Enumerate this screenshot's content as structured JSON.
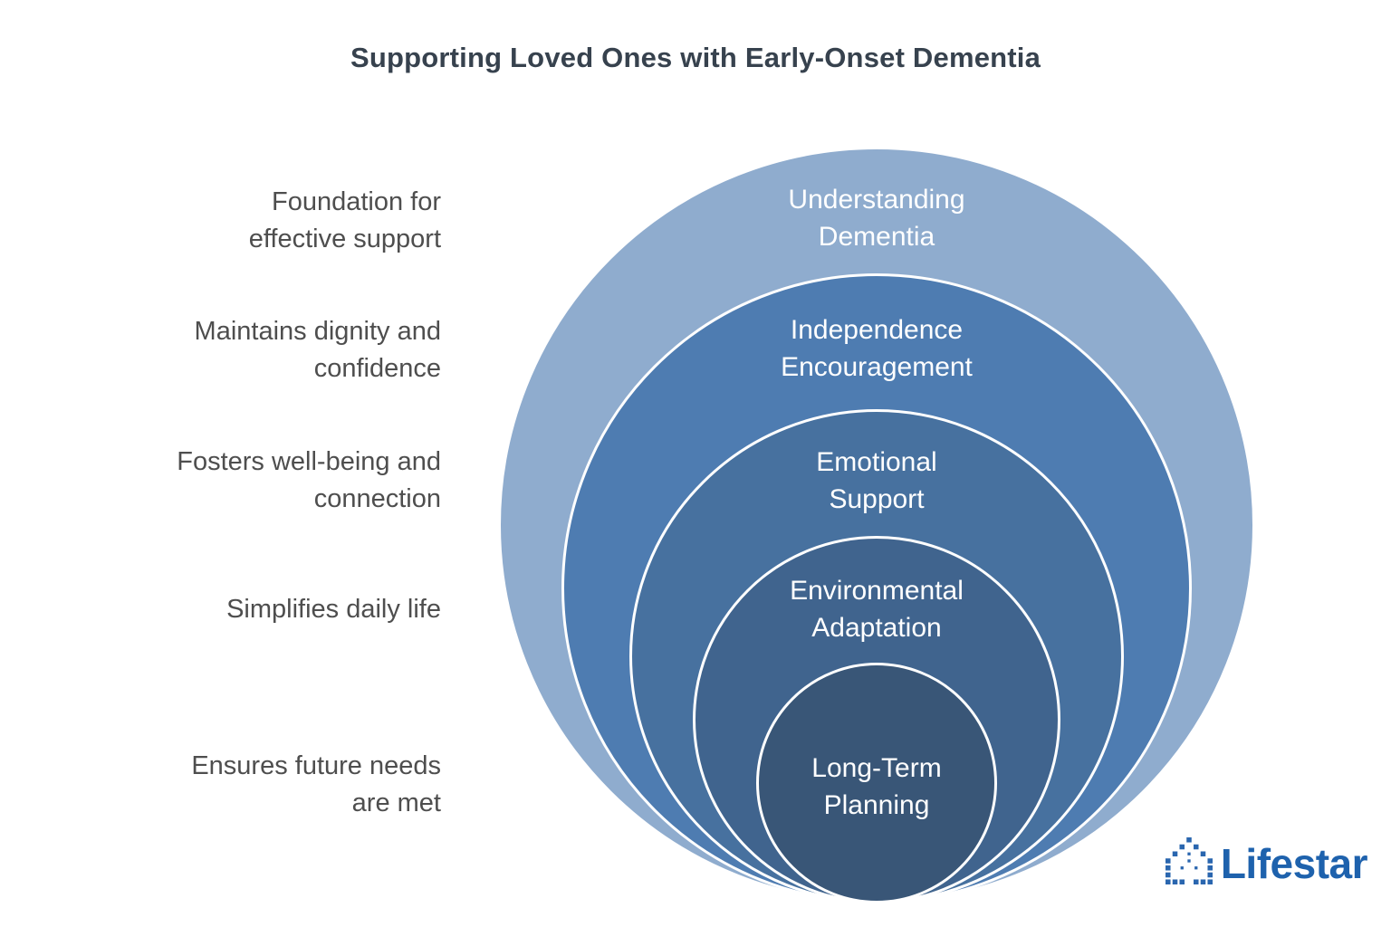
{
  "title": "Supporting Loved Ones with Early-Onset Dementia",
  "layers": [
    {
      "label_line1": "Understanding",
      "label_line2": "Dementia",
      "benefit_line1": "Foundation for",
      "benefit_line2": "effective support",
      "color": "#8FACCE"
    },
    {
      "label_line1": "Independence",
      "label_line2": "Encouragement",
      "benefit_line1": "Maintains dignity and",
      "benefit_line2": "confidence",
      "color": "#4E7CB1"
    },
    {
      "label_line1": "Emotional",
      "label_line2": "Support",
      "benefit_line1": "Fosters well-being and",
      "benefit_line2": "connection",
      "color": "#47719F"
    },
    {
      "label_line1": "Environmental",
      "label_line2": "Adaptation",
      "benefit_line1": "Simplifies daily life",
      "benefit_line2": "",
      "color": "#40648E"
    },
    {
      "label_line1": "Long-Term",
      "label_line2": "Planning",
      "benefit_line1": "Ensures future needs",
      "benefit_line2": "are met",
      "color": "#395677"
    }
  ],
  "logo": {
    "text": "Lifestar",
    "text_color": "#1E62AD",
    "icon_color": "#2A66AF"
  }
}
